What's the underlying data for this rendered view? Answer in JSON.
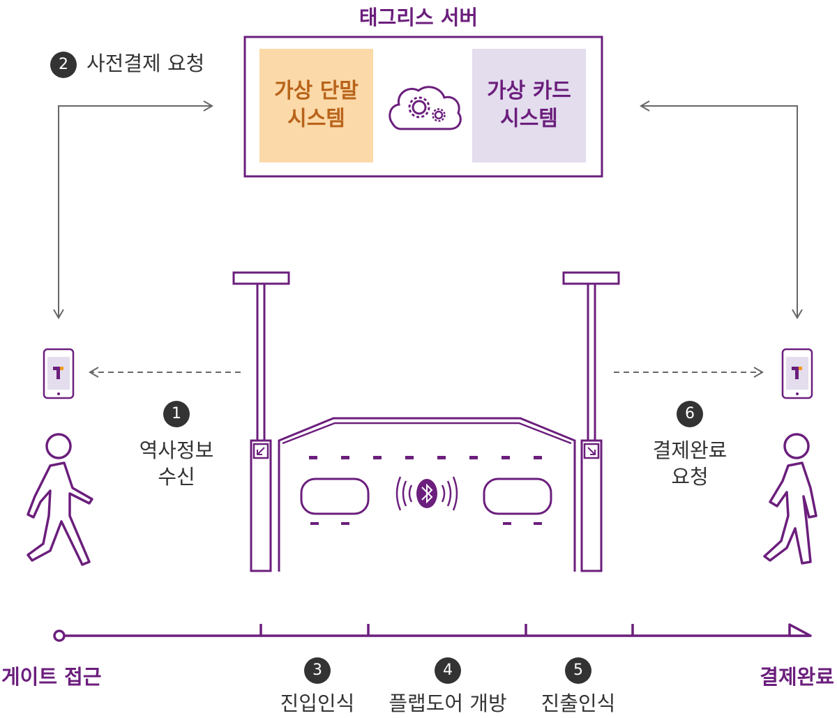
{
  "server": {
    "title": "태그리스 서버",
    "left_box": {
      "line1": "가상 단말",
      "line2": "시스템"
    },
    "right_box": {
      "line1": "가상 카드",
      "line2": "시스템"
    },
    "cloud_icon": "cloud-gear-icon"
  },
  "steps": {
    "s1": {
      "num": "1",
      "line1": "역사정보",
      "line2": "수신"
    },
    "s2": {
      "num": "2",
      "label": "사전결제 요청"
    },
    "s3": {
      "num": "3",
      "label": "진입인식"
    },
    "s4": {
      "num": "4",
      "label": "플랩도어 개방"
    },
    "s5": {
      "num": "5",
      "label": "진출인식"
    },
    "s6": {
      "num": "6",
      "line1": "결제완료",
      "line2": "요청"
    }
  },
  "timeline": {
    "start": "게이트 접근",
    "end": "결제완료"
  },
  "phone_logo": "T",
  "icons": [
    "phone-icon",
    "walking-person-icon",
    "bluetooth-icon",
    "gate-icon"
  ],
  "colors": {
    "purple": "#6b1e7c",
    "orange_box": "#fbd9a8",
    "lavender_box": "#e3ddee",
    "gray_line": "#666666"
  }
}
